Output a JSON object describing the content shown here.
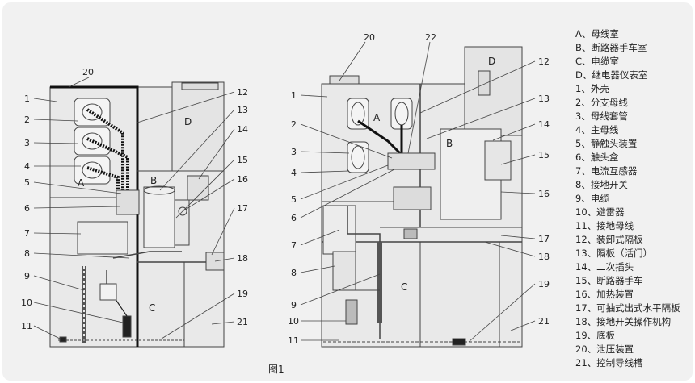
{
  "figure": {
    "caption": "图1"
  },
  "left_diagram": {
    "numbers": [
      "20",
      "1",
      "2",
      "3",
      "4",
      "5",
      "6",
      "7",
      "8",
      "9",
      "10",
      "11",
      "12",
      "13",
      "14",
      "15",
      "16",
      "17",
      "18",
      "19",
      "21"
    ],
    "compartments": [
      "A",
      "B",
      "C",
      "D"
    ]
  },
  "right_diagram": {
    "numbers": [
      "20",
      "22",
      "1",
      "2",
      "3",
      "4",
      "5",
      "6",
      "7",
      "8",
      "9",
      "10",
      "11",
      "12",
      "13",
      "14",
      "15",
      "16",
      "17",
      "18",
      "19",
      "21"
    ],
    "compartments": [
      "A",
      "B",
      "C",
      "D"
    ]
  },
  "legend": [
    "A、母线室",
    "B、断路器手车室",
    "C、电缆室",
    "D、继电器仪表室",
    "1、外壳",
    "2、分支母线",
    "3、母线套管",
    "4、主母线",
    "5、静触头装置",
    "6、触头盒",
    "7、电流互感器",
    "8、接地开关",
    "9、电缆",
    "10、避雷器",
    "11、接地母线",
    "12、装卸式隔板",
    "13、隔板（活门）",
    "14、二次插头",
    "15、断路器手车",
    "16、加热装置",
    "17、可抽式出式水平隔板",
    "18、接地开关操作机构",
    "19、底板",
    "20、泄压装置",
    "21、控制导线槽"
  ]
}
